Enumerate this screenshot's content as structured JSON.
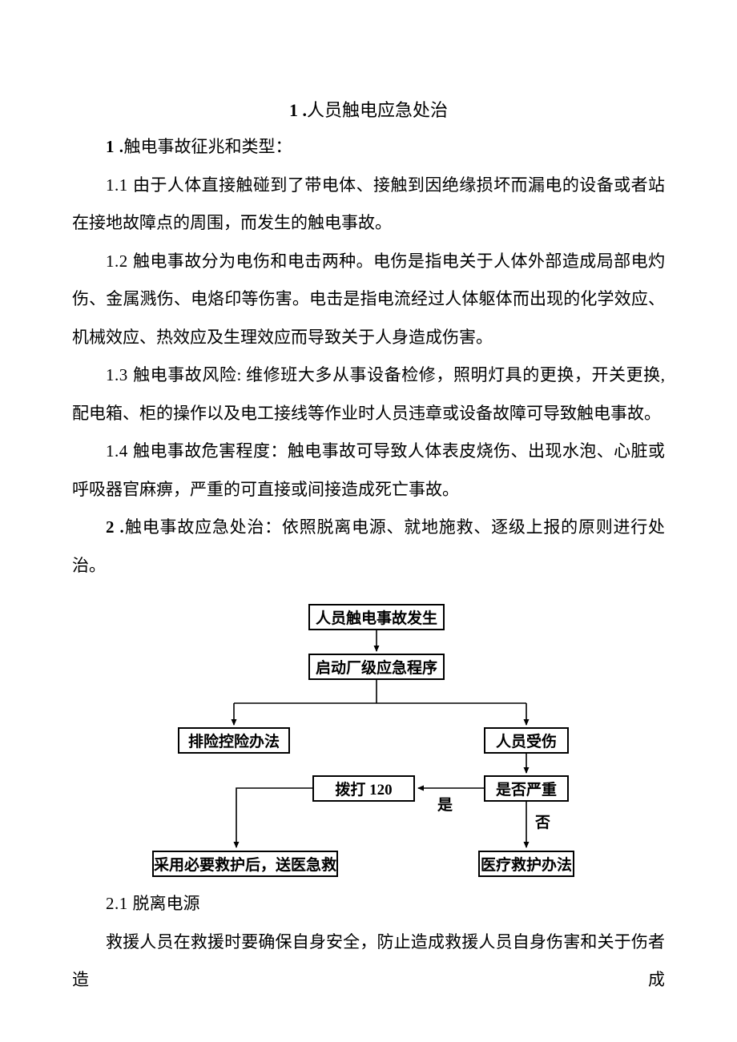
{
  "doc": {
    "title": {
      "num": "1 .",
      "text": "人员触电应急处治"
    },
    "paragraphs": [
      {
        "num": "1 .",
        "text": "触电事故征兆和类型："
      },
      {
        "num": "1.1 ",
        "text": "由于人体直接触碰到了带电体、接触到因绝缘损坏而漏电的设备或者站在接地故障点的周围，而发生的触电事故。"
      },
      {
        "num": "1.2 ",
        "text": "触电事故分为电伤和电击两种。电伤是指电关于人体外部造成局部电灼伤、金属溅伤、电烙印等伤害。电击是指电流经过人体躯体而出现的化学效应、机械效应、热效应及生理效应而导致关于人身造成伤害。"
      },
      {
        "num": "1.3 ",
        "text": "触电事故风险: 维修班大多从事设备检修，照明灯具的更换，开关更换, 配电箱、柜的操作以及电工接线等作业时人员违章或设备故障可导致触电事故。"
      },
      {
        "num": "1.4 ",
        "text": "触电事故危害程度：触电事故可导致人体表皮烧伤、出现水泡、心脏或呼吸器官麻痹，严重的可直接或间接造成死亡事故。"
      },
      {
        "num": "2 .",
        "text": "触电事故应急处治：依照脱离电源、就地施救、逐级上报的原则进行处治。"
      }
    ],
    "section": {
      "num": "2.1 ",
      "text": "脱离电源"
    },
    "closing": "救援人员在救援时要确保自身安全，防止造成救援人员自身伤害和关于伤者造成"
  },
  "flowchart": {
    "nodes": {
      "start": "人员触电事故发生",
      "program": "启动厂级应急程序",
      "control": "排险控险办法",
      "injured": "人员受伤",
      "severe": "是否严重",
      "call120": "拨打 120",
      "rescue": "采用必要救护后，送医急救",
      "medical": "医疗救护办法"
    },
    "labels": {
      "yes": "是",
      "no": "否"
    }
  }
}
